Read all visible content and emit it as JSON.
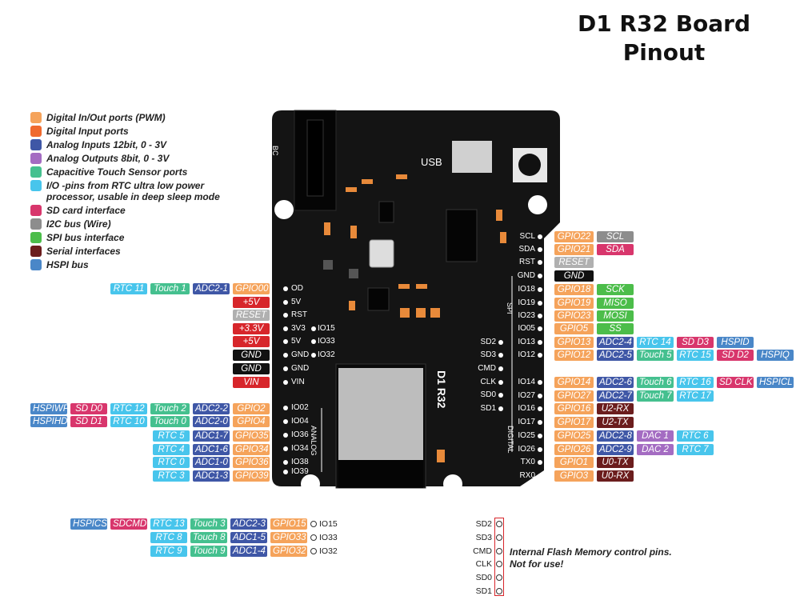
{
  "title": {
    "line1": "D1 R32 Board",
    "line2": "Pinout"
  },
  "colors": {
    "pwm": "#f5a35b",
    "input": "#f06a2e",
    "analog_in": "#3f57a6",
    "analog_out": "#a46cc2",
    "touch": "#45c08f",
    "rtc": "#48c5ec",
    "sd": "#d8366c",
    "i2c": "#8d8d8d",
    "spi": "#4cbd4a",
    "serial": "#6b1d1d",
    "hspi": "#4a87c8",
    "power_red": "#d7262b",
    "gnd": "#111111",
    "reset": "#b0b0b0"
  },
  "legend": [
    {
      "label": "Digital In/Out ports (PWM)",
      "color": "#f5a35b"
    },
    {
      "label": "Digital Input ports",
      "color": "#f06a2e"
    },
    {
      "label": "Analog Inputs 12bit, 0 - 3V",
      "color": "#3f57a6"
    },
    {
      "label": "Analog Outputs 8bit, 0 - 3V",
      "color": "#a46cc2"
    },
    {
      "label": "Capacitive Touch Sensor ports",
      "color": "#45c08f"
    },
    {
      "label": "I/O -pins from RTC ultra low power processor, usable in deep sleep mode",
      "color": "#48c5ec"
    },
    {
      "label": "SD card interface",
      "color": "#d8366c"
    },
    {
      "label": "I2C bus (Wire)",
      "color": "#8d8d8d"
    },
    {
      "label": "SPI bus interface",
      "color": "#4cbd4a"
    },
    {
      "label": "Serial interfaces",
      "color": "#6b1d1d"
    },
    {
      "label": "HSPI bus",
      "color": "#4a87c8"
    }
  ],
  "board": {
    "usb": "USB",
    "bc": "BC",
    "model": "D1 R32",
    "analog": "ANALOG",
    "digital": "DIGITAL",
    "spi": "SPI",
    "left_pins": [
      "OD",
      "5V",
      "RST",
      "3V3",
      "5V",
      "GND",
      "GND",
      "VIN",
      "IO02",
      "IO04",
      "IO36",
      "IO34",
      "IO38",
      "IO39"
    ],
    "left_inner": [
      "IO15",
      "IO33",
      "IO32"
    ],
    "right_pins": [
      "SCL",
      "SDA",
      "RST",
      "GND",
      "IO18",
      "IO19",
      "IO23",
      "IO05",
      "IO13",
      "IO12",
      "IO14",
      "IO27",
      "IO16",
      "IO17",
      "IO25",
      "IO26",
      "TX0",
      "RX0"
    ],
    "center_pins": [
      "SD2",
      "SD3",
      "CMD",
      "CLK",
      "SD0",
      "SD1"
    ]
  },
  "left_rows": [
    [
      "RTC 11",
      "Touch 1",
      "ADC2-1",
      "GPIO00"
    ],
    [
      "+5V"
    ],
    [
      "RESET"
    ],
    [
      "+3.3V"
    ],
    [
      "+5V"
    ],
    [
      "GND"
    ],
    [
      "GND"
    ],
    [
      "VIN"
    ],
    [
      "HSPIWP",
      "SD D0",
      "RTC 12",
      "Touch 2",
      "ADC2-2",
      "GPIO2"
    ],
    [
      "HSPIHD",
      "SD D1",
      "RTC 10",
      "Touch 0",
      "ADC2-0",
      "GPIO4"
    ],
    [
      "RTC 5",
      "ADC1-7",
      "GPIO35"
    ],
    [
      "RTC 4",
      "ADC1-6",
      "GPIO34"
    ],
    [
      "RTC 0",
      "ADC1-0",
      "GPIO36"
    ],
    [
      "RTC 3",
      "ADC1-3",
      "GPIO39"
    ]
  ],
  "right_rows": [
    [
      "GPIO22",
      "SCL"
    ],
    [
      "GPIO21",
      "SDA"
    ],
    [
      "RESET"
    ],
    [
      "GND"
    ],
    [
      "GPIO18",
      "SCK"
    ],
    [
      "GPIO19",
      "MISO"
    ],
    [
      "GPIO23",
      "MOSI"
    ],
    [
      "GPIO5",
      "SS"
    ],
    [
      "GPIO13",
      "ADC2-4",
      "RTC 14",
      "SD D3",
      "HSPID"
    ],
    [
      "GPIO12",
      "ADC2-5",
      "Touch 5",
      "RTC 15",
      "SD D2",
      "HSPIQ"
    ],
    [
      "GPIO14",
      "ADC2-6",
      "Touch 6",
      "RTC 16",
      "SD CLK",
      "HSPICL"
    ],
    [
      "GPIO27",
      "ADC2-7",
      "Touch 7",
      "RTC 17"
    ],
    [
      "GPIO16",
      "U2-RX"
    ],
    [
      "GPIO17",
      "U2-TX"
    ],
    [
      "GPIO25",
      "ADC2-8",
      "DAC 1",
      "RTC 6"
    ],
    [
      "GPIO26",
      "ADC2-9",
      "DAC 2",
      "RTC 7"
    ],
    [
      "GPIO1",
      "U0-TX"
    ],
    [
      "GPIO3",
      "U0-RX"
    ]
  ],
  "bottom_rows": [
    {
      "tags": [
        "HSPICS",
        "SDCMD",
        "RTC 13",
        "Touch 3",
        "ADC2-3",
        "GPIO15"
      ],
      "pin": "IO15"
    },
    {
      "tags": [
        "RTC 8",
        "Touch 8",
        "ADC1-5",
        "GPIO33"
      ],
      "pin": "IO33"
    },
    {
      "tags": [
        "RTC 9",
        "Touch 9",
        "ADC1-4",
        "GPIO32"
      ],
      "pin": "IO32"
    }
  ],
  "flash": {
    "pins": [
      "SD2",
      "SD3",
      "CMD",
      "CLK",
      "SD0",
      "SD1"
    ],
    "note_line1": "Internal Flash Memory control pins.",
    "note_line2": "Not for use!"
  }
}
